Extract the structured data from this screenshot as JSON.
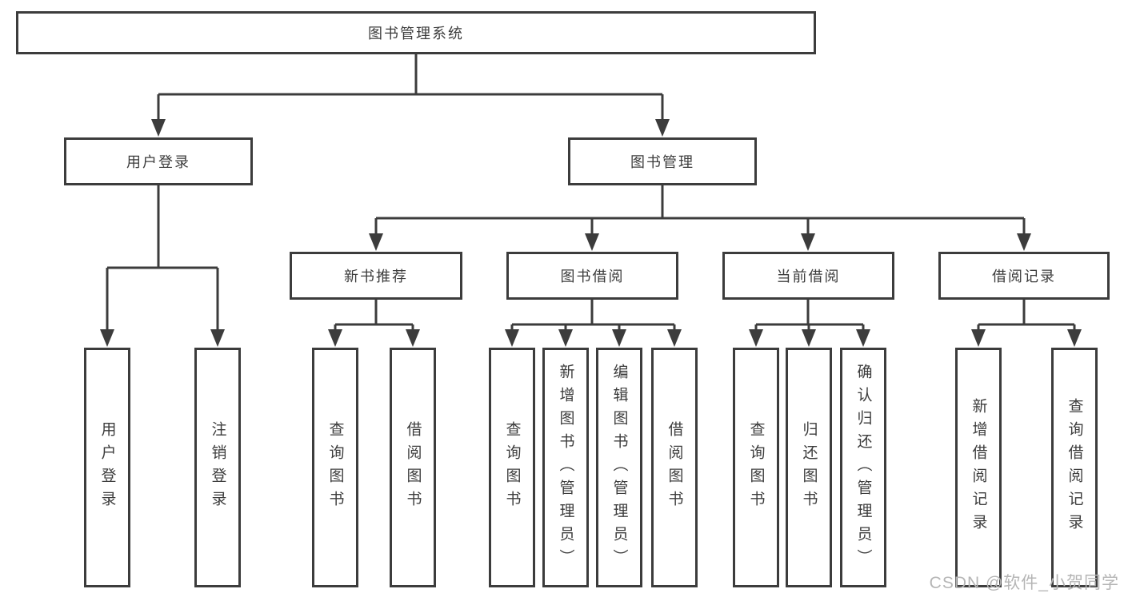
{
  "tree": {
    "root": "图书管理系统",
    "user_login": {
      "label": "用户登录",
      "children": [
        "用户登录",
        "注销登录"
      ]
    },
    "book_mgmt": {
      "label": "图书管理",
      "groups": [
        {
          "label": "新书推荐",
          "children": [
            "查询图书",
            "借阅图书"
          ]
        },
        {
          "label": "图书借阅",
          "children": [
            "查询图书",
            "新增图书（管理员）",
            "编辑图书（管理员）",
            "借阅图书"
          ]
        },
        {
          "label": "当前借阅",
          "children": [
            "查询图书",
            "归还图书",
            "确认归还（管理员）"
          ]
        },
        {
          "label": "借阅记录",
          "children": [
            "新增借阅记录",
            "查询借阅记录"
          ]
        }
      ]
    }
  },
  "watermark": {
    "text": "CSDN @软件_小贺同学"
  },
  "colors": {
    "line": "#3c3c3c",
    "text": "#3c3c3c",
    "watermark": "#b5b5b5",
    "background": "#ffffff"
  }
}
